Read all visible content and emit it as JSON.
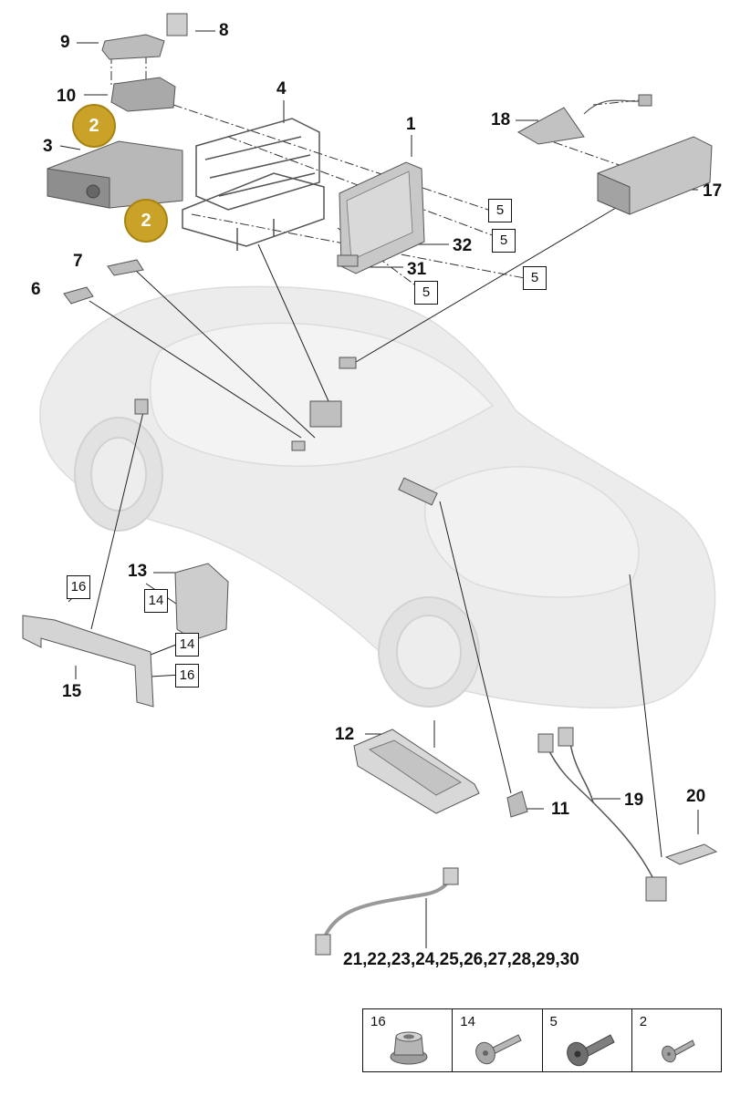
{
  "callouts": {
    "n1": "1",
    "n3": "3",
    "n4": "4",
    "n6": "6",
    "n7": "7",
    "n8": "8",
    "n9": "9",
    "n10": "10",
    "n11": "11",
    "n12": "12",
    "n13": "13",
    "n15": "15",
    "n17": "17",
    "n18": "18",
    "n19": "19",
    "n20": "20",
    "n31": "31",
    "n32": "32",
    "n21_30": "21,22,23,24,25,26,27,28,29,30"
  },
  "gold_badges": {
    "upper": "2",
    "lower": "2"
  },
  "boxed_refs": {
    "b5a": "5",
    "b5b": "5",
    "b5c": "5",
    "b5d": "5",
    "b16a": "16",
    "b14a": "14",
    "b14b": "14",
    "b16b": "16"
  },
  "legend": {
    "cells": [
      {
        "number": "16",
        "icon": "flange-nut-icon"
      },
      {
        "number": "14",
        "icon": "torx-bolt-icon"
      },
      {
        "number": "5",
        "icon": "hex-bolt-icon"
      },
      {
        "number": "2",
        "icon": "small-screw-icon"
      }
    ]
  },
  "colors": {
    "badge_gold": "#c9a227",
    "car_ghost": "#e6e6e6",
    "part_gray": "#9a9a9a"
  }
}
